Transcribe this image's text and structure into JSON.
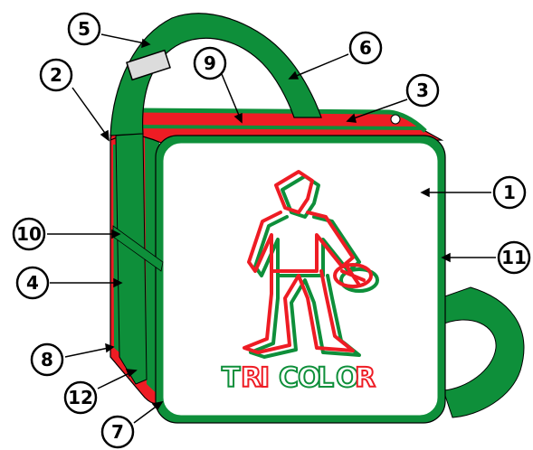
{
  "colors": {
    "green": "#0e8f3a",
    "red": "#ee1c24",
    "white": "#ffffff",
    "buckle": "#dcdcdc",
    "outline": "#000000"
  },
  "brand": {
    "text": "TRICOLOR",
    "letter_colors": [
      "#0e8f3a",
      "#ee1c24",
      "#ee1c24",
      "#0e8f3a",
      "#0e8f3a",
      "#0e8f3a",
      "#0e8f3a",
      "#ee1c24"
    ]
  },
  "callouts": [
    {
      "id": "1",
      "label": "1"
    },
    {
      "id": "2",
      "label": "2"
    },
    {
      "id": "3",
      "label": "3"
    },
    {
      "id": "4",
      "label": "4"
    },
    {
      "id": "5",
      "label": "5"
    },
    {
      "id": "6",
      "label": "6"
    },
    {
      "id": "7",
      "label": "7"
    },
    {
      "id": "8",
      "label": "8"
    },
    {
      "id": "9",
      "label": "9"
    },
    {
      "id": "10",
      "label": "10"
    },
    {
      "id": "11",
      "label": "11"
    },
    {
      "id": "12",
      "label": "12"
    }
  ]
}
